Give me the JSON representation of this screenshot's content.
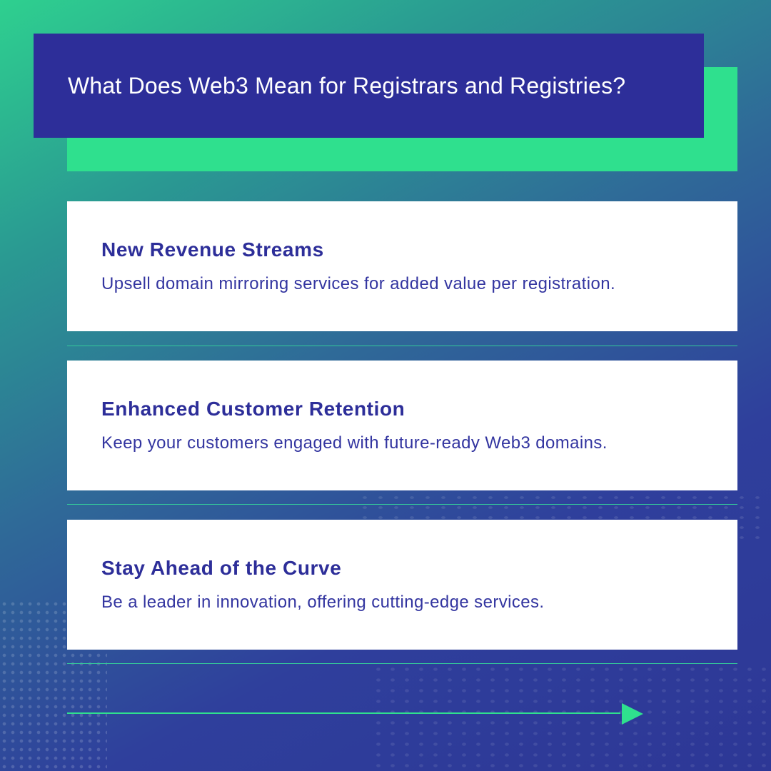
{
  "header": {
    "title": "What Does Web3 Mean for Registrars and Registries?"
  },
  "cards": [
    {
      "heading": "New Revenue Streams",
      "description": "Upsell domain mirroring services for added value per registration."
    },
    {
      "heading": "Enhanced Customer Retention",
      "description": "Keep your customers engaged with future-ready Web3 domains."
    },
    {
      "heading": "Stay Ahead of the Curve",
      "description": "Be a leader in innovation, offering cutting-edge services."
    }
  ],
  "colors": {
    "navy": "#2d2e99",
    "accent_green": "#2fe08e",
    "card_bg": "#ffffff"
  },
  "icons": {
    "arrow": "arrow-right-icon"
  }
}
